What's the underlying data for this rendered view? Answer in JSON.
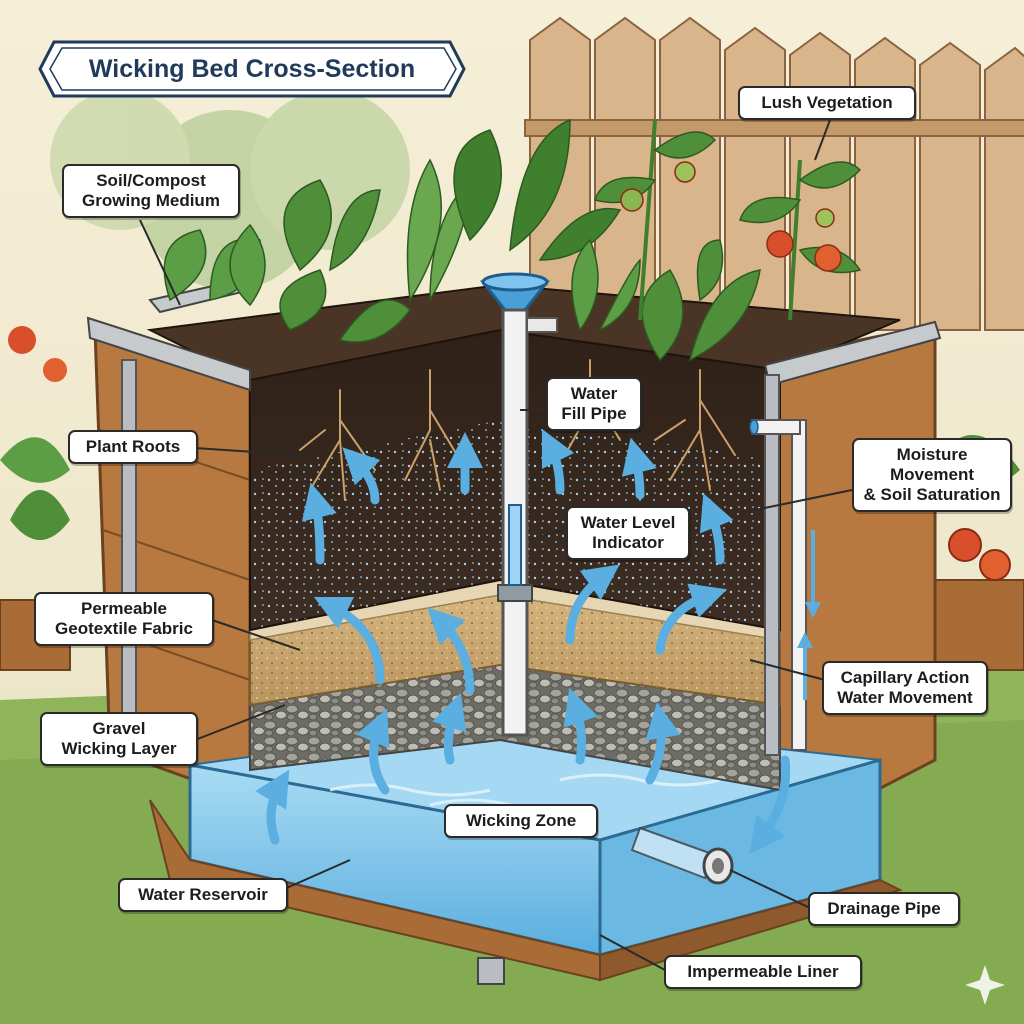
{
  "title": "Wicking Bed Cross-Section",
  "labels": {
    "soil_line1": "Soil/Compost",
    "soil_line2": "Growing Medium",
    "lush": "Lush Vegetation",
    "roots": "Plant Roots",
    "fill_line1": "Water",
    "fill_line2": "Fill Pipe",
    "moisture_line1": "Moisture",
    "moisture_line2": "Movement",
    "moisture_line3": "& Soil Saturation",
    "indicator_line1": "Water Level",
    "indicator_line2": "Indicator",
    "geo_line1": "Permeable",
    "geo_line2": "Geotextile Fabric",
    "capillary_line1": "Capillary Action",
    "capillary_line2": "Water Movement",
    "gravel_line1": "Gravel",
    "gravel_line2": "Wicking Layer",
    "wicking_zone": "Wicking Zone",
    "reservoir": "Water Reservoir",
    "drainage": "Drainage Pipe",
    "liner": "Impermeable Liner"
  },
  "colors": {
    "water": "#7cc3e8",
    "soil": "#3b2a1f",
    "sand": "#c9a56f",
    "gravel": "#8a8a84",
    "wood": "#b7793f",
    "leaf": "#4f8f3a",
    "arrow": "#5aaee0",
    "title": "#1f3a5a"
  },
  "icons": [
    "sparkle-icon"
  ]
}
